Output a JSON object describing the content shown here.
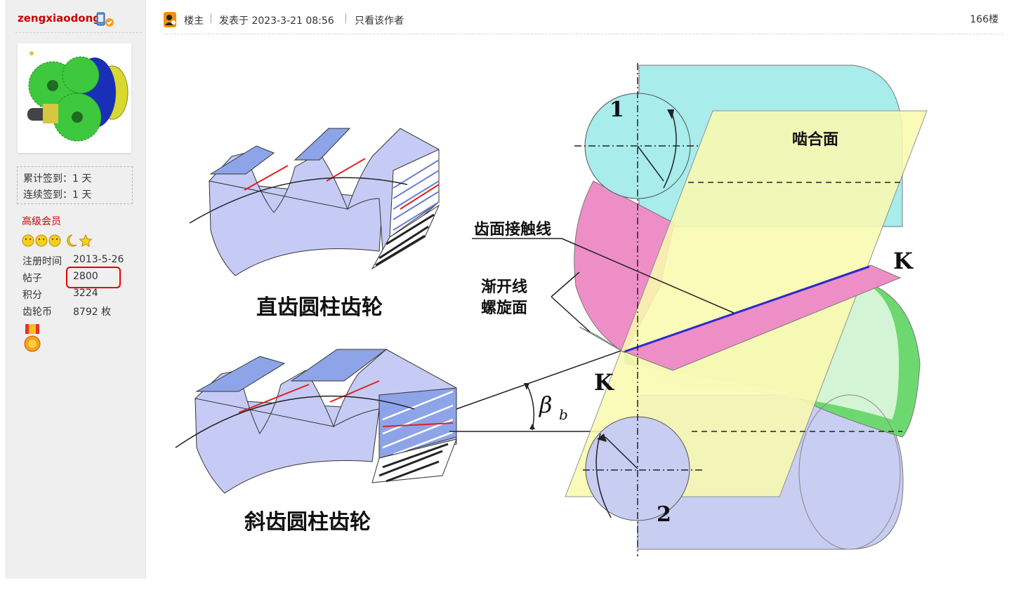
{
  "user": {
    "name": "zengxiaodong",
    "sign_total": "累计签到：1 天",
    "sign_continuous": "连续签到：1 天",
    "level": "高级会员",
    "stats": [
      {
        "label": "注册时间",
        "value": "2013-5-26"
      },
      {
        "label": "帖子",
        "value": "2800"
      },
      {
        "label": "积分",
        "value": "3224"
      },
      {
        "label": "齿轮币",
        "value": "8792 枚"
      }
    ]
  },
  "post": {
    "role": "楼主",
    "posted": "发表于 2023-3-21 08:56",
    "only_author": "只看该作者",
    "floor": "166楼"
  },
  "figure": {
    "spur_label": "直齿圆柱齿轮",
    "helical_label": "斜齿圆柱齿轮",
    "mesh_plane": "啮合面",
    "contact_line": "齿面接触线",
    "involute_1": "渐开线",
    "involute_2": "螺旋面",
    "k": "K",
    "beta": "β",
    "beta_sub": "b",
    "num1": "1",
    "num2": "2"
  },
  "colors": {
    "username": "#cc0000",
    "highlight": "#e60000",
    "gear_face": "#c5cbf5",
    "cyl_top": "#a8ecec",
    "cyl_bottom": "#c8cdf2",
    "plane": "#fafab0",
    "pink": "#ee8ec6",
    "green": "#6ed870"
  }
}
